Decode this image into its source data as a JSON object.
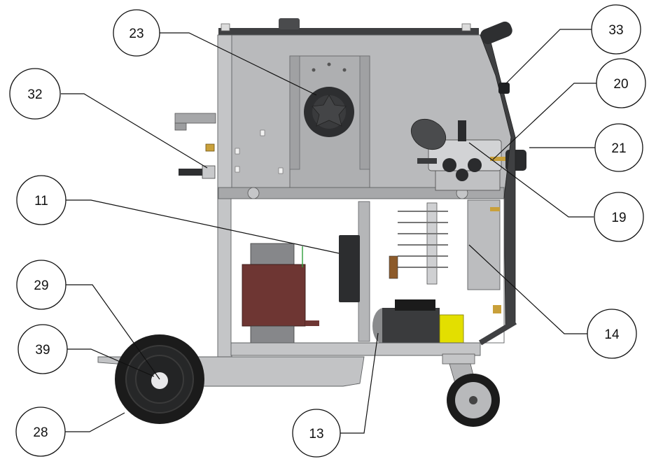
{
  "diagram": {
    "colors": {
      "panel": "#b8b9bb",
      "panel_dark": "#8e9092",
      "panel_edge": "#5e6062",
      "frame_dark": "#3e3f41",
      "transformer_core": "#6e3633",
      "wheel": "#1b1b1b",
      "accent_yellow": "#e3df00",
      "brass": "#c9a03a"
    },
    "callouts": [
      {
        "id": "c23",
        "label": "23"
      },
      {
        "id": "c33",
        "label": "33"
      },
      {
        "id": "c32",
        "label": "32"
      },
      {
        "id": "c20",
        "label": "20"
      },
      {
        "id": "c21",
        "label": "21"
      },
      {
        "id": "c11",
        "label": "11"
      },
      {
        "id": "c19",
        "label": "19"
      },
      {
        "id": "c29",
        "label": "29"
      },
      {
        "id": "c14",
        "label": "14"
      },
      {
        "id": "c39",
        "label": "39"
      },
      {
        "id": "c28",
        "label": "28"
      },
      {
        "id": "c13",
        "label": "13"
      }
    ]
  }
}
